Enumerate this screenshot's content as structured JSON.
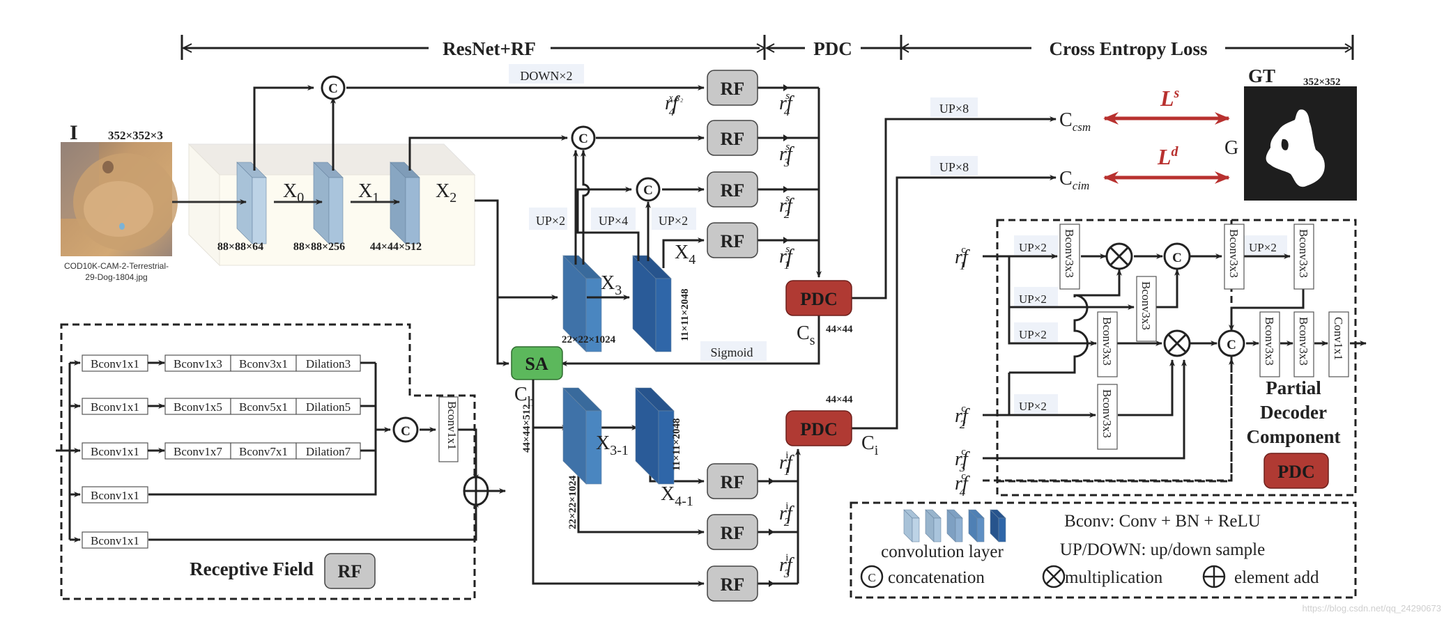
{
  "header": {
    "section_resnet": "ResNet+RF",
    "section_pdc": "PDC",
    "section_loss": "Cross Entropy Loss"
  },
  "input": {
    "label": "I",
    "size": "352×352×3",
    "filename_line1": "COD10K-CAM-2-Terrestrial-",
    "filename_line2": "29-Dog-1804.jpg"
  },
  "backbone": {
    "x0": "X",
    "x0_sub": "0",
    "x1": "X",
    "x1_sub": "1",
    "x2": "X",
    "x2_sub": "2",
    "x3": "X",
    "x3_sub": "3",
    "x4": "X",
    "x4_sub": "4",
    "size0": "88×88×64",
    "size1": "88×88×256",
    "size2": "44×44×512",
    "size3": "22×22×1024",
    "size4": "11×11×2048"
  },
  "search_branch": {
    "down_label": "DOWN×2",
    "up2_a": "UP×2",
    "up4": "UP×4",
    "up2_b": "UP×2",
    "concat": "C",
    "rf_label": "RF",
    "rf4_x1x2": "rf",
    "rf4_x1x2_sub": "4",
    "rf4_x1x2_sup": "x₁x₂",
    "rf_s": [
      {
        "sub": "4",
        "sup": "s"
      },
      {
        "sub": "3",
        "sup": "s"
      },
      {
        "sub": "2",
        "sup": "s"
      },
      {
        "sub": "1",
        "sup": "s"
      }
    ],
    "pdc_label": "PDC",
    "pdc_size": "44×44",
    "cs": "C",
    "cs_sub": "s",
    "sigmoid": "Sigmoid"
  },
  "identification_branch": {
    "sa_label": "SA",
    "ch": "C",
    "ch_sub": "h",
    "sa_size": "44×44×512",
    "x31": "X",
    "x31_sub": "3-1",
    "x41": "X",
    "x41_sub": "4-1",
    "size31": "22×22×1024",
    "size41": "11×11×2048",
    "rf_label": "RF",
    "rf_i": [
      {
        "sub": "1",
        "sup": "i"
      },
      {
        "sub": "2",
        "sup": "i"
      },
      {
        "sub": "3",
        "sup": "i"
      }
    ],
    "pdc_label": "PDC",
    "pdc_size": "44×44",
    "ci": "C",
    "ci_sub": "i"
  },
  "loss": {
    "up8_a": "UP×8",
    "up8_b": "UP×8",
    "ccsm": "C",
    "ccsm_sub": "csm",
    "ccim": "C",
    "ccim_sub": "cim",
    "ls": "L",
    "ls_sup": "s",
    "ld": "L",
    "ld_sup": "d",
    "g": "G",
    "gt_label": "GT",
    "gt_size": "352×352",
    "loss_color": "#b8312f"
  },
  "receptive_field": {
    "title": "Receptive Field",
    "badge": "RF",
    "rows": [
      {
        "first": "Bconv1x1",
        "chain": [
          "Bconv1x3",
          "Bconv3x1",
          "Dilation3"
        ]
      },
      {
        "first": "Bconv1x1",
        "chain": [
          "Bconv1x5",
          "Bconv5x1",
          "Dilation5"
        ]
      },
      {
        "first": "Bconv1x1",
        "chain": [
          "Bconv1x7",
          "Bconv7x1",
          "Dilation7"
        ]
      },
      {
        "first": "Bconv1x1",
        "chain": []
      },
      {
        "first": "Bconv1x1",
        "chain": []
      }
    ],
    "concat": "C",
    "post_conv": "Bconv1x1"
  },
  "partial_decoder": {
    "title_line1": "Partial",
    "title_line2": "Decoder",
    "title_line3": "Component",
    "badge": "PDC",
    "inputs": [
      {
        "sub": "1",
        "sup": "c"
      },
      {
        "sub": "2",
        "sup": "c"
      },
      {
        "sub": "3",
        "sup": "c"
      },
      {
        "sub": "4",
        "sup": "c"
      }
    ],
    "up2": "UP×2",
    "bconv3": "Bconv3x3",
    "conv1": "Conv1x1",
    "concat": "C"
  },
  "legend": {
    "conv_layer": "convolution layer",
    "bconv_def": "Bconv: Conv + BN + ReLU",
    "updown_def": "UP/DOWN: up/down sample",
    "concat": "concatenation",
    "concat_symbol": "C",
    "mult": "multiplication",
    "add": "element add"
  },
  "colors": {
    "pdc": "#b03a33",
    "sa": "#5cb85c",
    "rf": "#c8c8c8",
    "backbone_bg": "#fdfbf1"
  },
  "watermark": "https://blog.csdn.net/qq_24290673"
}
